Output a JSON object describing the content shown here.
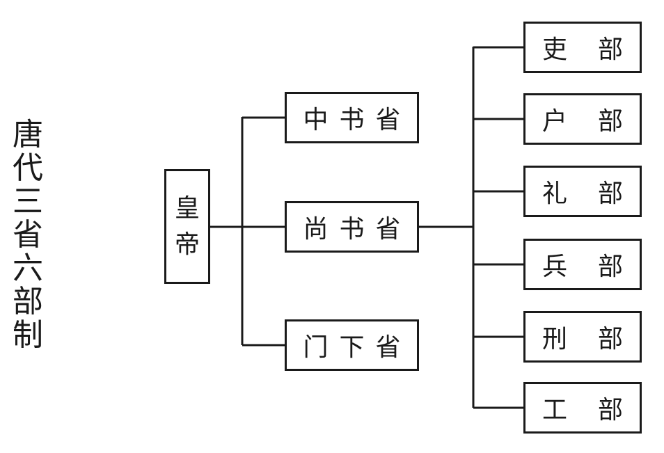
{
  "title": [
    "唐",
    "代",
    "三",
    "省",
    "六",
    "部",
    "制"
  ],
  "emperor": [
    "皇",
    "帝"
  ],
  "sheng": [
    {
      "label": "中书省"
    },
    {
      "label": "尚书省"
    },
    {
      "label": "门下省"
    }
  ],
  "bu": [
    {
      "label": "吏部"
    },
    {
      "label": "户部"
    },
    {
      "label": "礼部"
    },
    {
      "label": "兵部"
    },
    {
      "label": "刑部"
    },
    {
      "label": "工部"
    }
  ]
}
